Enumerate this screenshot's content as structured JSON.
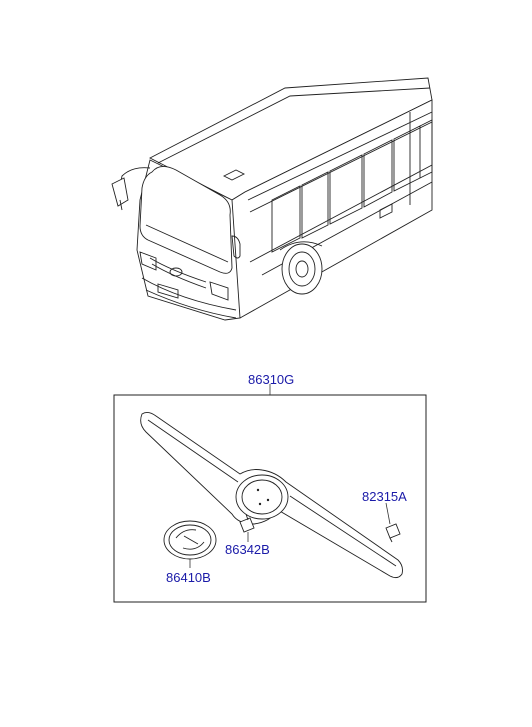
{
  "parts": {
    "grille_assembly": "86310G",
    "clip": "82315A",
    "bracket": "86342B",
    "emblem": "86410B"
  }
}
